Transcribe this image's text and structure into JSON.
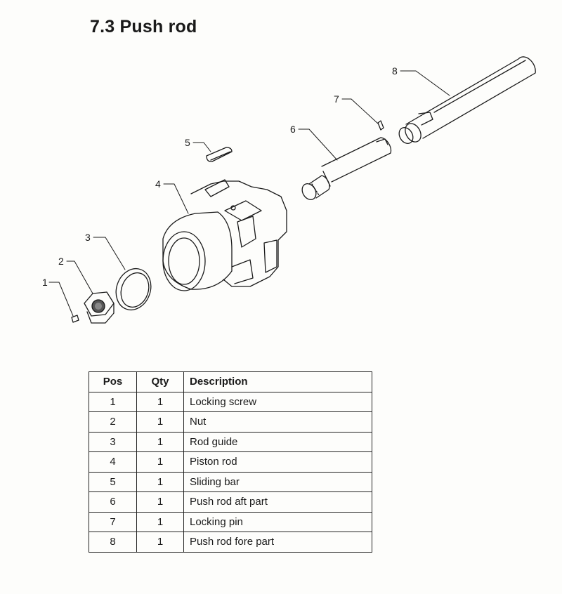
{
  "title": "7.3  Push rod",
  "diagram": {
    "callouts": [
      "1",
      "2",
      "3",
      "4",
      "5",
      "6",
      "7",
      "8"
    ]
  },
  "table": {
    "headers": {
      "pos": "Pos",
      "qty": "Qty",
      "description": "Description"
    },
    "rows": [
      {
        "pos": "1",
        "qty": "1",
        "description": "Locking screw"
      },
      {
        "pos": "2",
        "qty": "1",
        "description": "Nut"
      },
      {
        "pos": "3",
        "qty": "1",
        "description": "Rod guide"
      },
      {
        "pos": "4",
        "qty": "1",
        "description": "Piston rod"
      },
      {
        "pos": "5",
        "qty": "1",
        "description": "Sliding bar"
      },
      {
        "pos": "6",
        "qty": "1",
        "description": "Push rod aft part"
      },
      {
        "pos": "7",
        "qty": "1",
        "description": "Locking pin"
      },
      {
        "pos": "8",
        "qty": "1",
        "description": "Push rod fore part"
      }
    ]
  }
}
